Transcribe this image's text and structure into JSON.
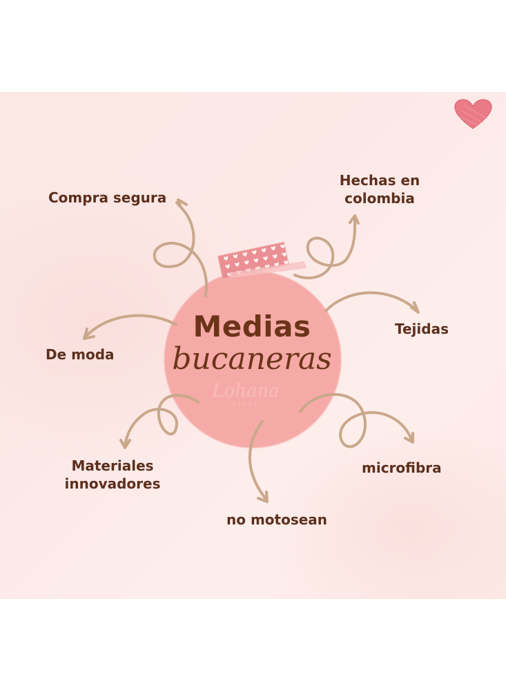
{
  "center": {
    "title_line1": "Medias",
    "title_line2": "bucaneras"
  },
  "nodes": [
    {
      "id": "compra-segura",
      "label": "Compra segura"
    },
    {
      "id": "hechas-en-colombia",
      "label_line1": "Hechas en",
      "label_line2": "colombia"
    },
    {
      "id": "tejidas",
      "label": "Tejidas"
    },
    {
      "id": "de-moda",
      "label": "De moda"
    },
    {
      "id": "materiales-innovadores",
      "label_line1": "Materiales",
      "label_line2": "innovadores"
    },
    {
      "id": "no-motosean",
      "label": "no motosean"
    },
    {
      "id": "microfibra",
      "label": "microfibra"
    }
  ],
  "colors": {
    "arrow": "#c9a88a",
    "text": "#5b2f1c",
    "circle": "#f4a6a3",
    "heart": "#e97a86",
    "tape": "#e8858c"
  },
  "icons": {
    "heart": "heart-icon",
    "tape": "washi-tape-icon"
  }
}
